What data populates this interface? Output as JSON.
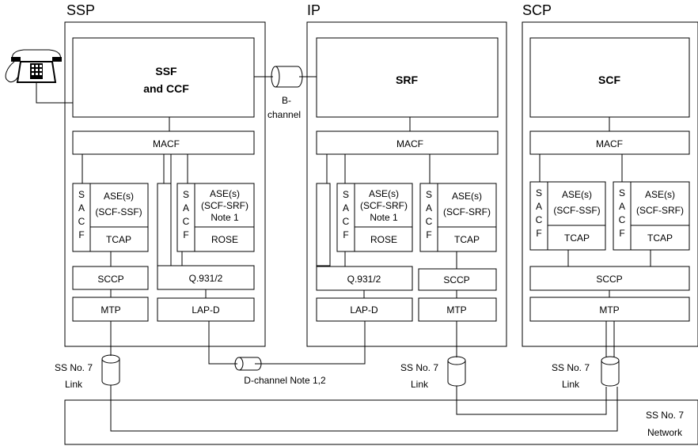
{
  "ssp": {
    "title": "SSP",
    "main": [
      "SSF",
      "and CCF"
    ],
    "macf": "MACF",
    "saca1": [
      "S",
      "A",
      "C",
      "F"
    ],
    "ase1": [
      "ASE(s)",
      "(SCF-SSF)"
    ],
    "tcap": "TCAP",
    "saca2": [
      "S",
      "A",
      "C",
      "F"
    ],
    "ase2": [
      "ASE(s)",
      "(SCF-SRF)",
      "Note 1"
    ],
    "rose": "ROSE",
    "sccp": "SCCP",
    "q931": "Q.931/2",
    "mtp": "MTP",
    "lapd": "LAP-D"
  },
  "ip": {
    "title": "IP",
    "main": "SRF",
    "macf": "MACF",
    "saca1": [
      "S",
      "A",
      "C",
      "F"
    ],
    "ase1": [
      "ASE(s)",
      "(SCF-SRF)",
      "Note 1"
    ],
    "rose": "ROSE",
    "saca2": [
      "S",
      "A",
      "C",
      "F"
    ],
    "ase2": [
      "ASE(s)",
      "(SCF-SRF)"
    ],
    "tcap": "TCAP",
    "q931": "Q.931/2",
    "sccp": "SCCP",
    "lapd": "LAP-D",
    "mtp": "MTP"
  },
  "scp": {
    "title": "SCP",
    "main": "SCF",
    "macf": "MACF",
    "saca1": [
      "S",
      "A",
      "C",
      "F"
    ],
    "ase1": [
      "ASE(s)",
      "(SCF-SSF)"
    ],
    "tcap1": "TCAP",
    "saca2": [
      "S",
      "A",
      "C",
      "F"
    ],
    "ase2": [
      "ASE(s)",
      "(SCF-SRF)"
    ],
    "tcap2": "TCAP",
    "sccp": "SCCP",
    "mtp": "MTP"
  },
  "links": {
    "b_channel": [
      "B-",
      "channel"
    ],
    "d_channel": "D-channel Note 1,2",
    "ss7_link_1": [
      "SS No. 7",
      "Link"
    ],
    "ss7_link_2": [
      "SS No. 7",
      "Link"
    ],
    "ss7_link_3": [
      "SS No. 7",
      "Link"
    ]
  },
  "network": [
    "SS No. 7",
    "Network"
  ]
}
